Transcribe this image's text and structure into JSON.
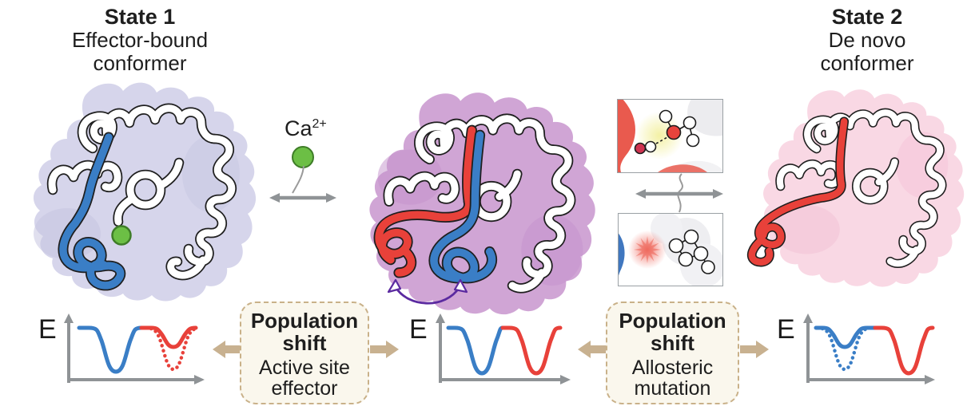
{
  "header": {
    "state1": {
      "name": "State 1",
      "desc_line1": "Effector-bound",
      "desc_line2": "conformer"
    },
    "state2": {
      "name": "State 2",
      "desc_line1": "De novo",
      "desc_line2": "conformer"
    }
  },
  "effector": {
    "symbol_base": "Ca",
    "symbol_superscript": "2+"
  },
  "population_boxes": [
    {
      "title": "Population shift",
      "subtitle": "Active site effector"
    },
    {
      "title": "Population shift",
      "subtitle": "Allosteric mutation"
    }
  ],
  "energy_plots": [
    {
      "axis_label": "E",
      "wells": [
        {
          "state": "state1",
          "color": "#3a7ec6",
          "style": "solid",
          "depth": "deep"
        },
        {
          "state": "state2",
          "color": "#e8413a",
          "style": "solid",
          "depth": "shallow"
        },
        {
          "state": "state2",
          "color": "#e8413a",
          "style": "dotted",
          "depth": "deep"
        }
      ]
    },
    {
      "axis_label": "E",
      "wells": [
        {
          "state": "state1",
          "color": "#3a7ec6",
          "style": "solid",
          "depth": "deep"
        },
        {
          "state": "state2",
          "color": "#e8413a",
          "style": "solid",
          "depth": "deep"
        }
      ]
    },
    {
      "axis_label": "E",
      "wells": [
        {
          "state": "state1",
          "color": "#3a7ec6",
          "style": "solid",
          "depth": "shallow"
        },
        {
          "state": "state1",
          "color": "#3a7ec6",
          "style": "dotted",
          "depth": "deep"
        },
        {
          "state": "state2",
          "color": "#e8413a",
          "style": "solid",
          "depth": "deep"
        }
      ]
    }
  ],
  "colors": {
    "state1_surface": "#d6d5eb",
    "intermediate_surface": "#d0a5d5",
    "state2_surface": "#f9d8e4",
    "state1_accent": "#3a7ec6",
    "state2_accent": "#e8413a",
    "effector_green": "#6cbf45",
    "arrow_tan": "#c8b190",
    "axis_gray": "#8f9396",
    "exchange_purple": "#5b2aa0",
    "box_fill": "#faf7ed",
    "box_border": "#c9b189"
  }
}
